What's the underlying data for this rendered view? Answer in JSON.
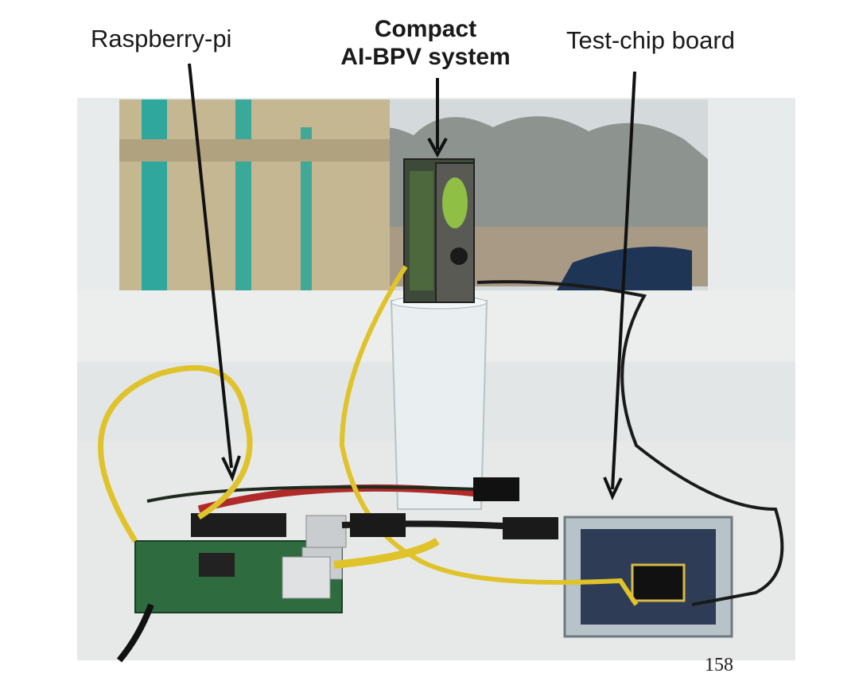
{
  "labels": {
    "raspberry_pi": "Raspberry-pi",
    "compact_line1": "Compact",
    "compact_line2": "AI-BPV system",
    "test_chip": "Test-chip board"
  },
  "page_number": "158",
  "colors": {
    "background": "#ffffff",
    "window_frame": "#e8ebec",
    "sky": "#d4d9dc",
    "fence_teal": "#2fa79c",
    "yellow_cable": "#e0c22a",
    "board_green": "#2e6b3e",
    "cable_black": "#1a1a1a"
  }
}
